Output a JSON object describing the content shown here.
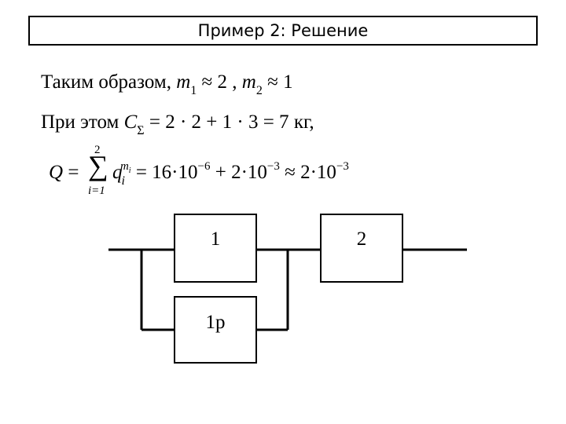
{
  "title": "Пример 2: Решение",
  "line1": {
    "text": "Таким образом,",
    "m1": "m",
    "m1_sub": "1",
    "approx1": "≈ 2 ,",
    "m2": "m",
    "m2_sub": "2",
    "approx2": "≈ 1"
  },
  "line2": {
    "text": "При этом",
    "c": "C",
    "c_sub": "Σ",
    "expr": "= 2 · 2 + 1 · 3 = 7",
    "unit": "кг,"
  },
  "line3": {
    "q": "Q",
    "eq": "=",
    "sum_top": "2",
    "sum_sign": "∑",
    "sum_bottom": "i=1",
    "q_i": "q",
    "q_sub": "i",
    "q_sup": "m",
    "q_sup_sub": "i",
    "expr1": "= 16·10",
    "exp1": "−6",
    "expr2": "+ 2·10",
    "exp2": "−3",
    "expr3": "≈ 2·10",
    "exp3": "−3"
  },
  "diagram": {
    "blocks": [
      {
        "id": "block-1",
        "label": "1"
      },
      {
        "id": "block-1p",
        "label": "1р"
      },
      {
        "id": "block-2",
        "label": "2"
      }
    ]
  }
}
